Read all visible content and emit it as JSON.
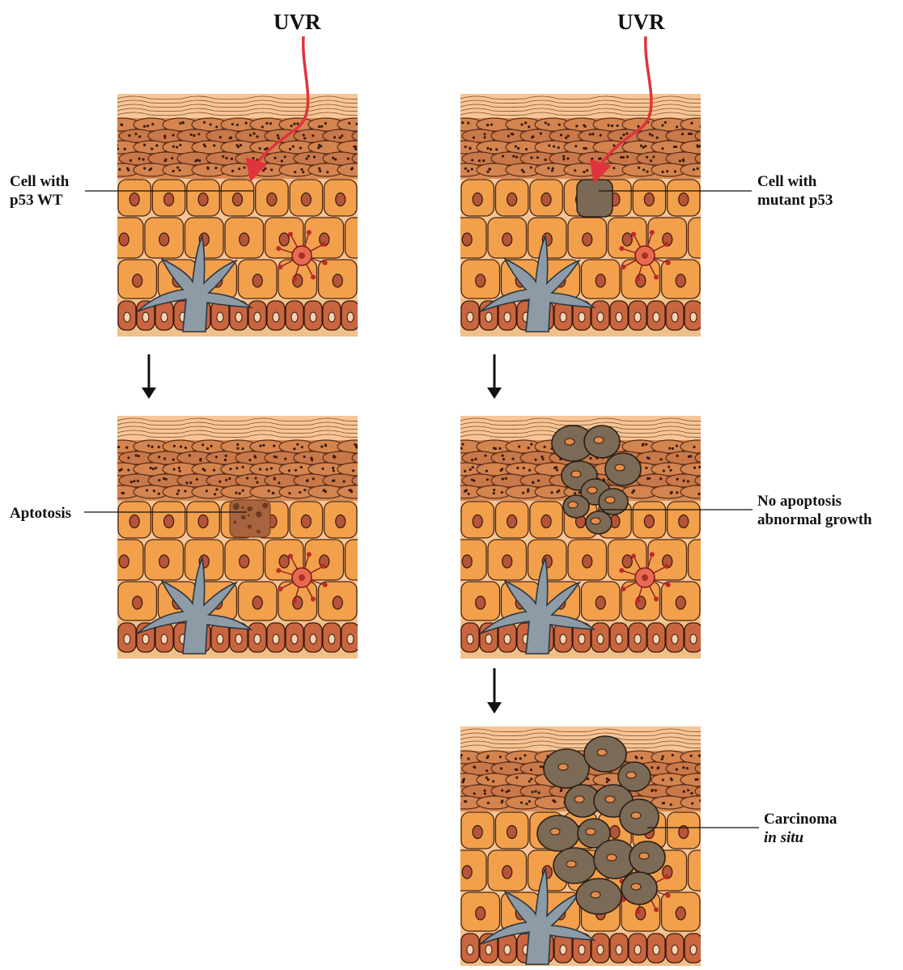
{
  "labels": {
    "uvr_left": "UVR",
    "uvr_right": "UVR",
    "cell_wt_line1": "Cell with",
    "cell_wt_line2": "p53 WT",
    "cell_mut_line1": "Cell with",
    "cell_mut_line2": "mutant p53",
    "apoptosis": "Aptotosis",
    "no_apoptosis_line1": "No apoptosis",
    "no_apoptosis_line2": "abnormal growth",
    "carcinoma_line1": "Carcinoma",
    "carcinoma_line2": "in situ"
  },
  "colors": {
    "uvr_arrow": "#e0343c",
    "epidermis_cell": "#f2a04c",
    "basal_cell": "#c9653f",
    "stratum_corneum": "#f6c696",
    "granular_layer": "#b0603a",
    "nucleus": "#b5543a",
    "melanocyte": "#8c9ba6",
    "langerhans_cell": "#e86a50",
    "mutant_cell": "#7a6a55",
    "apoptotic_cell": "#a8643f",
    "tumor_cell": "#7b6a56"
  }
}
